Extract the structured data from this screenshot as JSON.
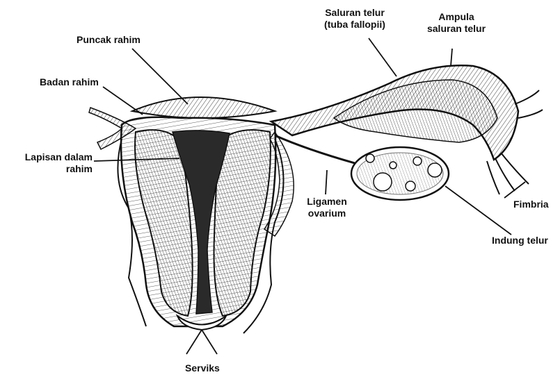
{
  "labels": {
    "puncak_rahim": "Puncak rahim",
    "badan_rahim": "Badan rahim",
    "lapisan_line1": "Lapisan dalam",
    "lapisan_line2": "rahim",
    "saluran_line1": "Saluran telur",
    "saluran_line2": "(tuba fallopii)",
    "ampula_line1": "Ampula",
    "ampula_line2": "saluran telur",
    "ligamen_line1": "Ligamen",
    "ligamen_line2": "ovarium",
    "fimbria": "Fimbria",
    "indung_telur": "Indung telur",
    "serviks": "Serviks"
  },
  "colors": {
    "ink": "#111111",
    "paper": "#ffffff",
    "dark_tissue": "#2a2a2a"
  }
}
